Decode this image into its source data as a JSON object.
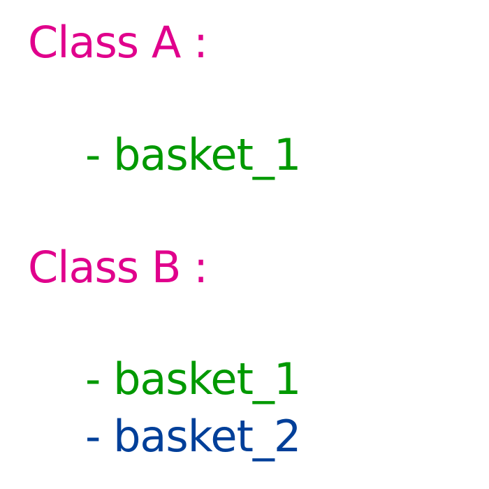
{
  "classes": [
    {
      "heading": "Class A :",
      "items": [
        {
          "text": "- basket_1",
          "color": "#009900"
        }
      ]
    },
    {
      "heading": "Class B :",
      "items": [
        {
          "text": "- basket_1",
          "color": "#009900"
        },
        {
          "text": "- basket_2",
          "color": "#003f99"
        }
      ]
    }
  ],
  "colors": {
    "heading": "#e0008c",
    "basket_1": "#009900",
    "basket_2": "#003f99",
    "background": "#ffffff"
  }
}
